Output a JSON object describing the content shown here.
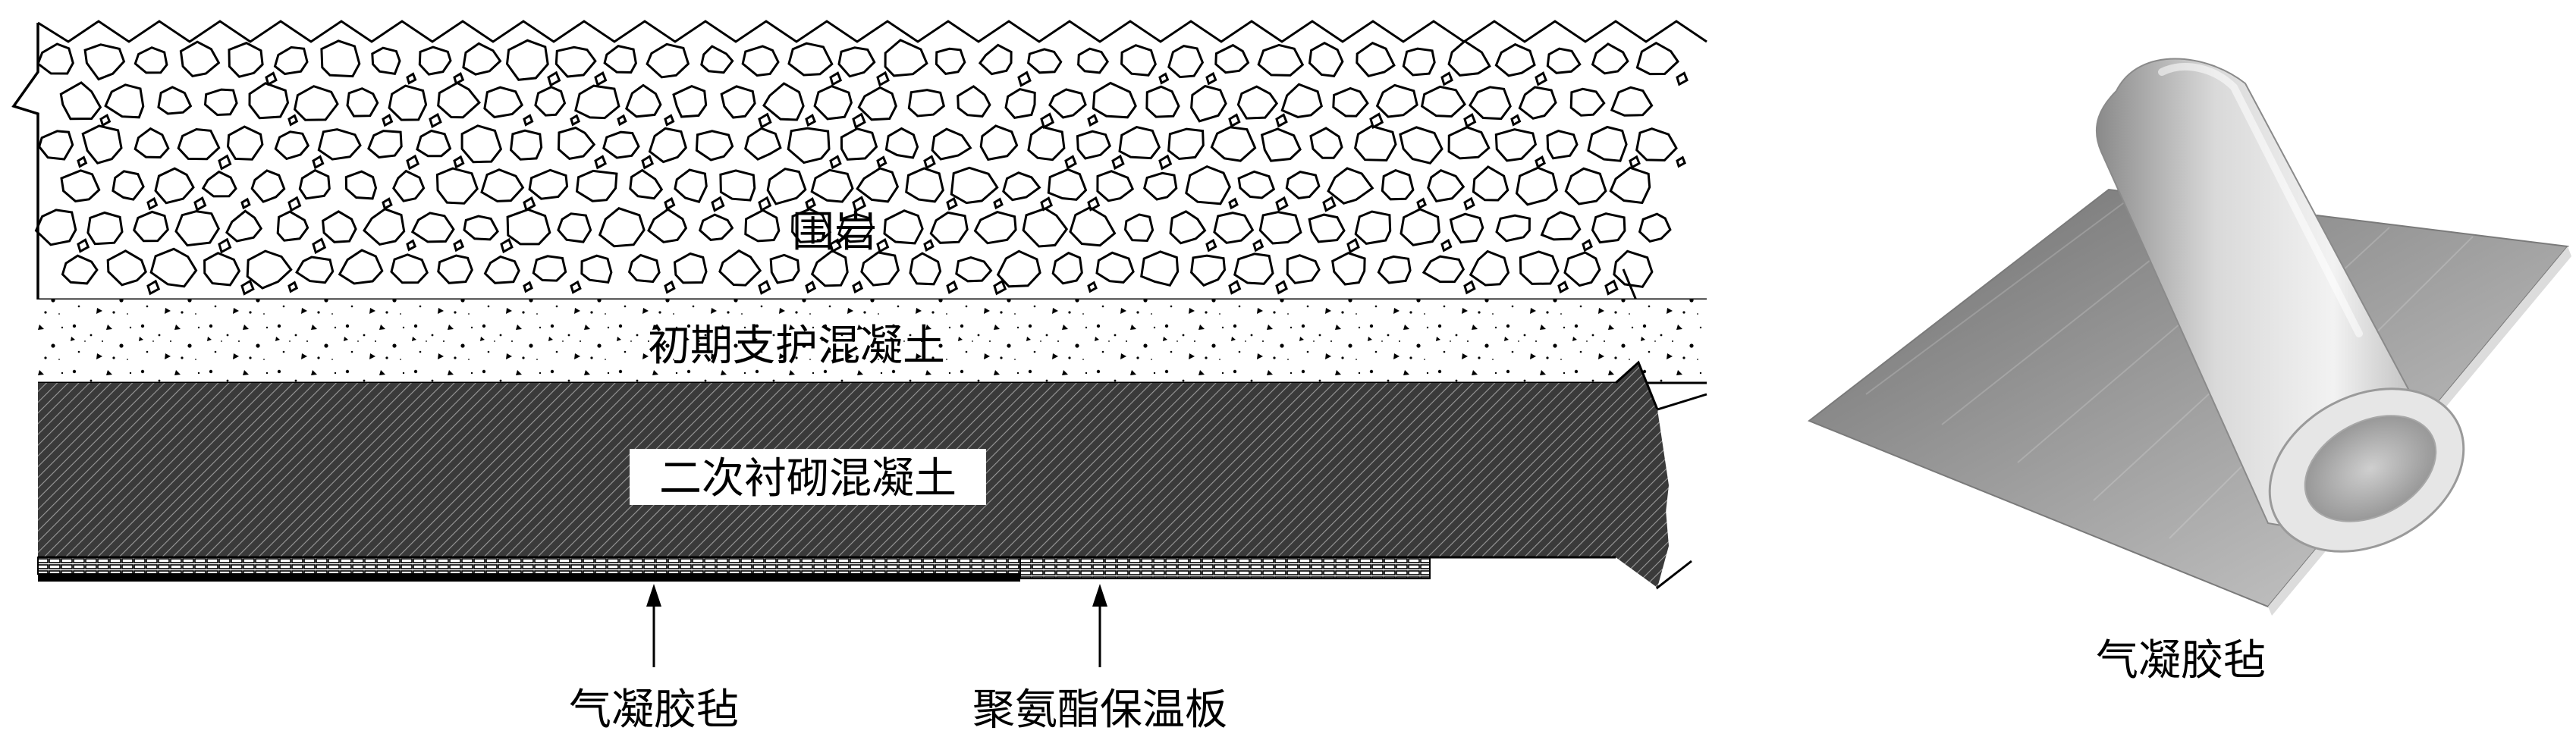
{
  "left_diagram": {
    "layers": {
      "surrounding_rock": "围岩",
      "initial_support": "初期支护混凝土",
      "secondary_lining": "二次衬砌混凝土"
    },
    "callouts": {
      "aerogel_felt": "气凝胶毡",
      "polyurethane_board": "聚氨酯保温板"
    }
  },
  "right_photo": {
    "caption": "气凝胶毡"
  }
}
